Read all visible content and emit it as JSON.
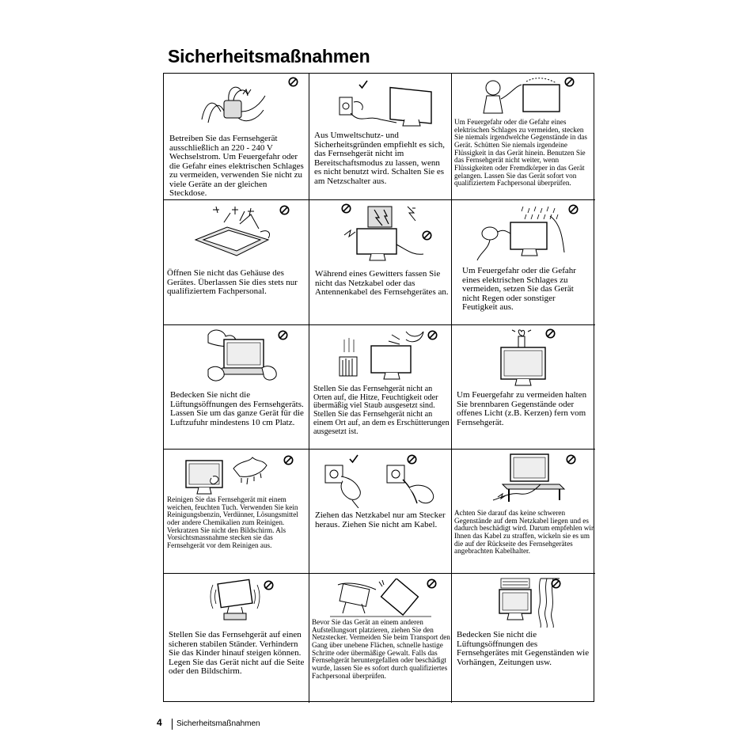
{
  "page": {
    "title": "Sicherheitsmaßnahmen",
    "page_number": "4",
    "footer_label": "Sicherheitsmaßnahmen"
  },
  "icons": {
    "prohibited": "prohibited-icon",
    "check": "check-icon"
  },
  "cells": [
    {
      "text": "Betreiben Sie das Fernsehgerät ausschließlich an 220 - 240 V Wechselstrom. Um Feuergefahr oder die Gefahr eines elektrischen Schlages zu vermeiden, verwenden Sie nicht zu viele Geräte an der gleichen Steckdose."
    },
    {
      "text": "Aus Umweltschutz- und Sicherheitsgründen empfiehlt es sich, das Fernsehgerät nicht im Bereitschaftsmodus zu lassen, wenn es nicht benutzt wird. Schalten Sie es am Netzschalter aus."
    },
    {
      "text": "Um Feuergefahr oder die Gefahr eines elektrischen Schlages zu vermeiden, stecken Sie niemals irgendwelche Gegenstände in das Gerät. Schütten Sie niemals irgendeine Flüssigkeit in das Gerät hinein. Benutzen Sie das Fernsehgerät nicht weiter, wenn Flüssigkeiten oder Fremdkörper in das Gerät gelangen. Lassen Sie das Gerät sofort von qualifiziertem Fachpersonal überprüfen."
    },
    {
      "text": "Öffnen Sie nicht das Gehäuse des Gerätes. Überlassen Sie dies stets nur qualifiziertem Fachpersonal."
    },
    {
      "text": "Während eines Gewitters fassen Sie nicht das Netzkabel oder das Antennenkabel des Fernsehgerätes an."
    },
    {
      "text": "Um Feuergefahr oder die Gefahr eines elektrischen Schlages zu vermeiden, setzen Sie das Gerät nicht Regen oder sonstiger Feutigkeit aus."
    },
    {
      "text": "Bedecken Sie nicht die Lüftungsöffnungen des Fernsehgeräts. Lassen Sie um das ganze Gerät für die Luftzufuhr mindestens 10 cm Platz."
    },
    {
      "text": "Stellen Sie das Fernsehgerät nicht an Orten auf, die Hitze, Feuchtigkeit oder übermäßig viel Staub ausgesetzt sind. Stellen Sie das Fernsehgerät nicht an einem Ort auf, an dem es Erschütterungen ausgesetzt ist."
    },
    {
      "text": "Um Feuergefahr zu vermeiden halten Sie brennbaren Gegenstände oder offenes Licht (z.B. Kerzen) fern vom Fernsehgerät."
    },
    {
      "text": "Reinigen Sie das Fernsehgerät mit einem weichen, feuchten Tuch. Verwenden Sie kein Reinigungsbenzin, Verdünner, Lösungsmittel oder andere Chemikalien zum Reinigen. Verkratzen Sie nicht den Bildschirm. Als Vorsichtsmassnahme stecken sie das Fernsehgerät vor dem Reinigen aus."
    },
    {
      "text": "Ziehen das Netzkabel nur am Stecker heraus. Ziehen Sie nicht am Kabel."
    },
    {
      "text": "Achten Sie darauf das keine schweren Gegenstände auf dem Netzkabel liegen und es dadurch beschädigt wird. Darum empfehlen wir Ihnen das Kabel zu straffen, wickeln sie es um die auf der Rückseite des Fernsehgerätes angebrachten Kabelhalter."
    },
    {
      "text": "Stellen Sie das Fernsehgerät auf einen sicheren stabilen Ständer. Verhindern Sie das Kinder hinauf steigen können. Legen Sie das Gerät nicht auf die Seite oder den Bildschirm."
    },
    {
      "text": "Bevor Sie das Gerät an einem anderen Aufstellungsort platzieren, ziehen Sie den Netzstecker. Vermeiden Sie beim Transport den Gang über unebene Flächen, schnelle hastige Schritte oder übermäßige Gewalt. Falls das Fernsehgerät heruntergefallen oder beschädigt wurde, lassen Sie es sofort durch qualifiziertes Fachpersonal überprüfen."
    },
    {
      "text": "Bedecken Sie nicht die Lüftungsöffnungen des Fernsehgerätes mit Gegenständen wie Vorhängen, Zeitungen usw."
    }
  ]
}
